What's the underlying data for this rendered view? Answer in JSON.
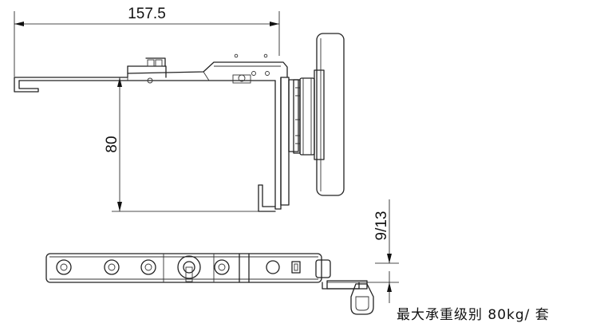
{
  "dimensions": {
    "overall_width": "157.5",
    "height": "80",
    "offset": "9/13"
  },
  "caption": "最大承重级别 80kg/ 套"
}
